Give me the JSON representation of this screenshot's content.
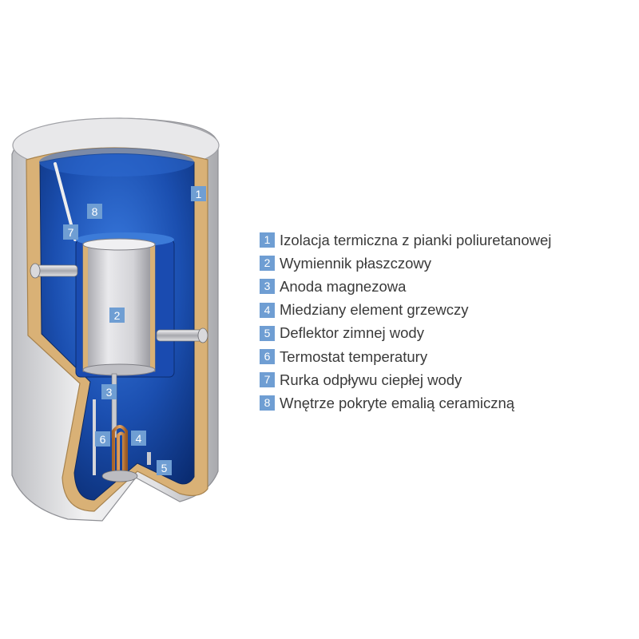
{
  "colors": {
    "badge": "#6f9ed3",
    "water": "#1d4fa8",
    "insulation": "#d9b176",
    "outer_shell": "#e4e4e6",
    "text": "#3a3a3a"
  },
  "callouts": [
    {
      "id": "1",
      "part": "insulation"
    },
    {
      "id": "2",
      "part": "jacket-exchanger"
    },
    {
      "id": "3",
      "part": "magnesium-anode"
    },
    {
      "id": "4",
      "part": "heating-element"
    },
    {
      "id": "5",
      "part": "cold-water-deflector"
    },
    {
      "id": "6",
      "part": "thermostat"
    },
    {
      "id": "7",
      "part": "hot-water-outlet-pipe"
    },
    {
      "id": "8",
      "part": "enamel-interior"
    }
  ],
  "legend": [
    {
      "num": "1",
      "label": "Izolacja termiczna z pianki poliuretanowej"
    },
    {
      "num": "2",
      "label": "Wymiennik płaszczowy"
    },
    {
      "num": "3",
      "label": "Anoda magnezowa"
    },
    {
      "num": "4",
      "label": "Miedziany element grzewczy"
    },
    {
      "num": "5",
      "label": "Deflektor zimnej wody"
    },
    {
      "num": "6",
      "label": "Termostat temperatury"
    },
    {
      "num": "7",
      "label": "Rurka odpływu ciepłej wody"
    },
    {
      "num": "8",
      "label": "Wnętrze pokryte emalią ceramiczną"
    }
  ]
}
